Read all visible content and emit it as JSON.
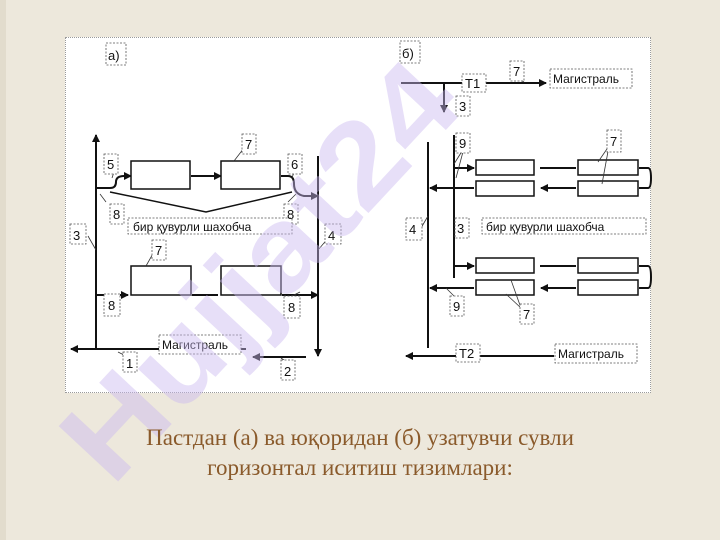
{
  "diagram": {
    "panel_a": {
      "title": "а)",
      "branch_label": "бир қувурли шахобча",
      "main_label": "Магистраль",
      "callouts": {
        "c1": "1",
        "c2": "2",
        "c3": "3",
        "c4": "4",
        "c5": "5",
        "c6": "6",
        "c7a": "7",
        "c7b": "7",
        "c8a": "8",
        "c8b": "8",
        "c8c": "8",
        "c8d": "8"
      }
    },
    "panel_b": {
      "title": "б)",
      "t1": "Т1",
      "t2": "Т2",
      "main_top": "Магистраль",
      "main_bottom": "Магистраль",
      "branch_label": "бир қувурли шахобча",
      "callouts": {
        "c7top": "7",
        "c3a": "3",
        "c9a": "9",
        "c7b": "7",
        "c4": "4",
        "c3b": "3",
        "c9b": "9",
        "c7c": "7"
      }
    }
  },
  "caption": {
    "line1": "Пастдан (а) ва юқоридан (б) узатувчи сувли",
    "line2": "горизонтал иситиш тизимлари:"
  },
  "watermark": {
    "text": "Hujjat24",
    "color": "#c9b9f0"
  }
}
